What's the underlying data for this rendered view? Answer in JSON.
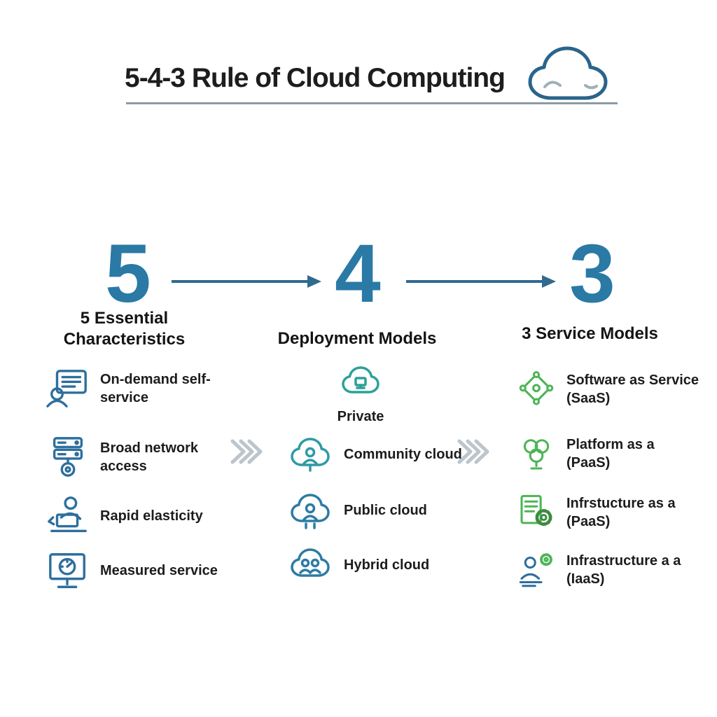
{
  "title": "5-4-3 Rule of Cloud Computing",
  "colors": {
    "number_blue": "#2a7aa5",
    "arrow_blue": "#2f6a8f",
    "icon_blue": "#2d6f9e",
    "icon_teal": "#2aa198",
    "icon_green": "#4db456",
    "chevron_gray": "#bcc5cc",
    "divider_gray": "#8d9aa3"
  },
  "columns": [
    {
      "number": "5",
      "heading": "5 Essential Characteristics",
      "items": [
        {
          "icon": "on-demand-self-service-icon",
          "label": "On-demand self-service"
        },
        {
          "icon": "broad-network-access-icon",
          "label": "Broad network access"
        },
        {
          "icon": "rapid-elasticity-icon",
          "label": "Rapid elasticity"
        },
        {
          "icon": "measured-service-icon",
          "label": "Measured service"
        }
      ]
    },
    {
      "number": "4",
      "heading": "Deployment Models",
      "items": [
        {
          "icon": "private-cloud-icon",
          "label": "Private"
        },
        {
          "icon": "community-cloud-icon",
          "label": "Community cloud"
        },
        {
          "icon": "public-cloud-icon",
          "label": "Public cloud"
        },
        {
          "icon": "hybrid-cloud-icon",
          "label": "Hybrid cloud"
        }
      ]
    },
    {
      "number": "3",
      "heading": "3 Service Models",
      "items": [
        {
          "icon": "saas-icon",
          "label": "Software as Service",
          "sub": "(SaaS)"
        },
        {
          "icon": "paas-icon",
          "label": "Platform as a",
          "sub": "(PaaS)"
        },
        {
          "icon": "infrastructure-doc-gear-icon",
          "label": "Infrstucture as a",
          "sub": "(PaaS)"
        },
        {
          "icon": "infrastructure-person-gear-icon",
          "label": "Infrastructure a a",
          "sub": "(IaaS)"
        }
      ]
    }
  ]
}
